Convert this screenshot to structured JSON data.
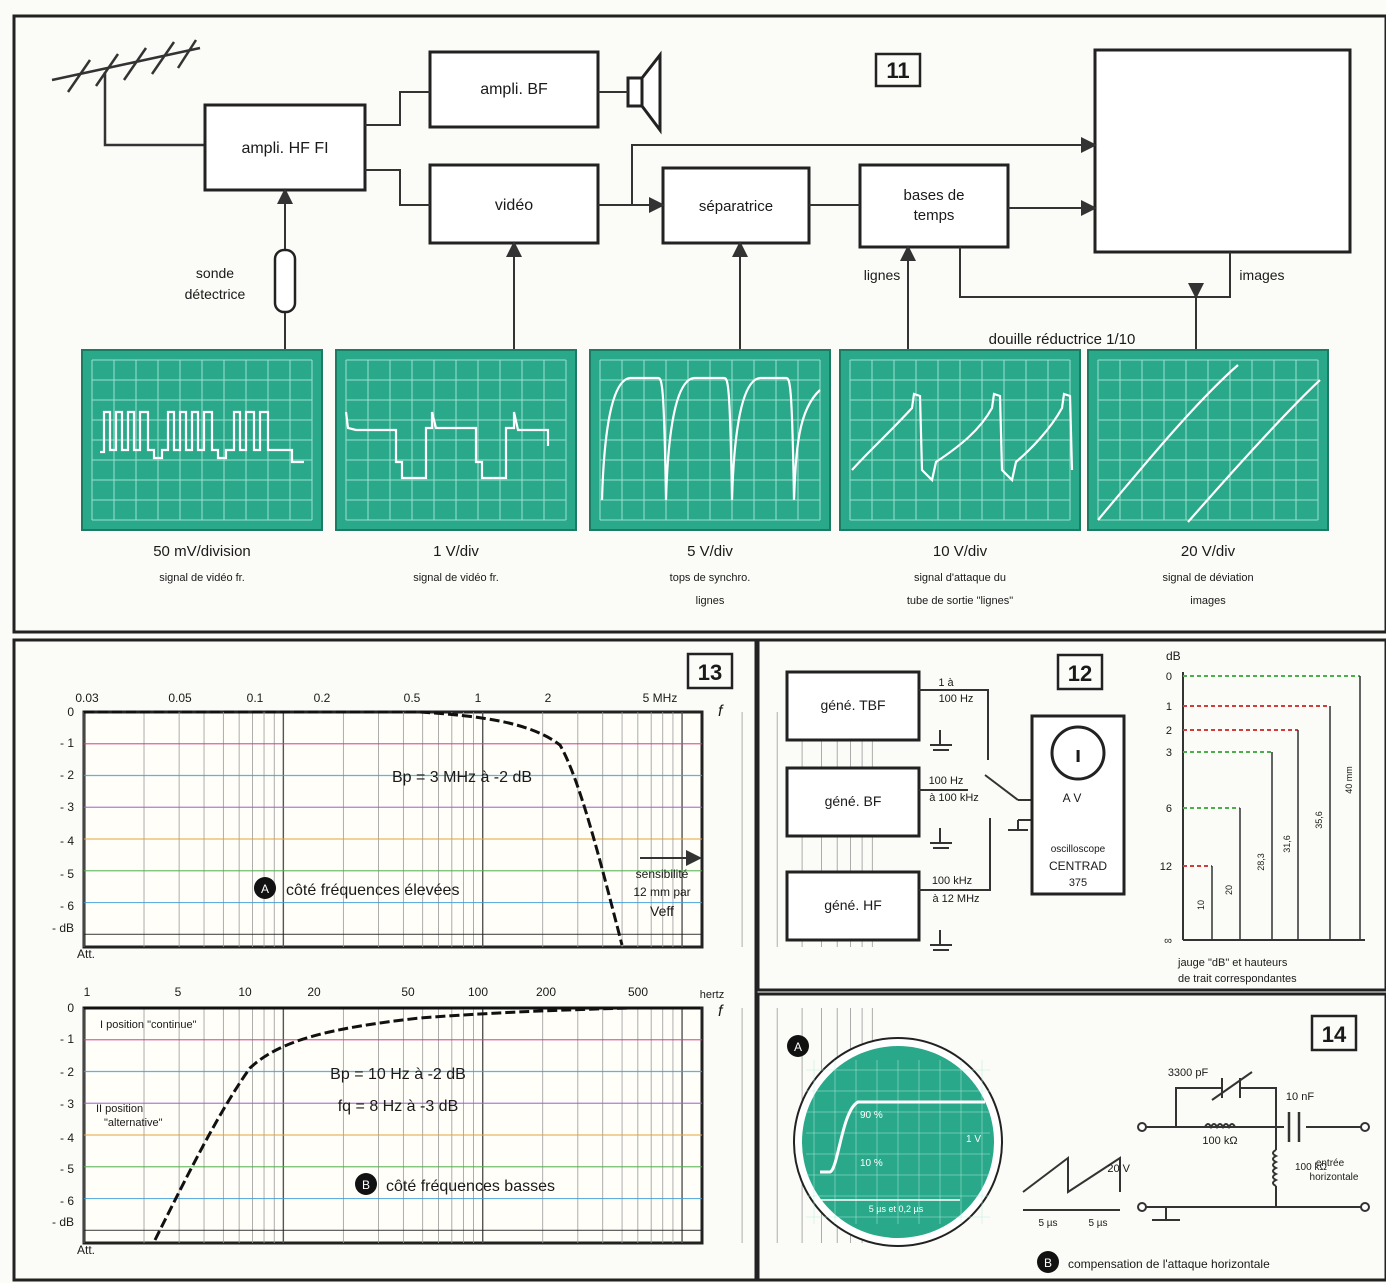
{
  "fig11": {
    "number": "11",
    "blocks": {
      "ampli_hf": "ampli. HF FI",
      "ampli_bf": "ampli. BF",
      "video": "vidéo",
      "separatrice": "séparatrice",
      "bases_temps_1": "bases de",
      "bases_temps_2": "temps"
    },
    "labels": {
      "sonde_1": "sonde",
      "sonde_2": "détectrice",
      "lignes": "lignes",
      "images": "images",
      "douille": "douille réductrice 1/10"
    },
    "scopes": [
      {
        "scale": "50 mV/division",
        "desc_1": "signal de vidéo fr.",
        "desc_2": ""
      },
      {
        "scale": "1 V/div",
        "desc_1": "signal de vidéo fr.",
        "desc_2": ""
      },
      {
        "scale": "5 V/div",
        "desc_1": "tops de synchro.",
        "desc_2": "lignes"
      },
      {
        "scale": "10 V/div",
        "desc_1": "signal d'attaque du",
        "desc_2": "tube de sortie \"lignes\""
      },
      {
        "scale": "20 V/div",
        "desc_1": "signal de déviation",
        "desc_2": "images"
      }
    ],
    "screen_color": "#2aa88a"
  },
  "fig13": {
    "number": "13",
    "top": {
      "x_ticks": [
        "0.03",
        "0.05",
        "0.1",
        "0.2",
        "0.5",
        "1",
        "2",
        "5 MHz"
      ],
      "f_label": "f",
      "y_ticks": [
        "0",
        "- 1",
        "- 2",
        "- 3",
        "- 4",
        "- 5",
        "- 6",
        "- dB"
      ],
      "attn_label": "Att.",
      "bp_label": "Bp = 3 MHz à -2 dB",
      "badge": "A",
      "caption": "côté fréquences élevées",
      "sens_1": "sensibilité",
      "sens_2": "12 mm par",
      "sens_3": "Veff"
    },
    "bottom": {
      "x_ticks": [
        "1",
        "5",
        "10",
        "20",
        "50",
        "100",
        "200",
        "500",
        "hertz"
      ],
      "f_label": "f",
      "y_ticks": [
        "0",
        "- 1",
        "- 2",
        "- 3",
        "- 4",
        "- 5",
        "- 6",
        "- dB"
      ],
      "attn_label": "Att.",
      "pos1": "I position \"continue\"",
      "pos2_1": "II position",
      "pos2_2": "\"alternative\"",
      "bp_label": "Bp = 10 Hz à -2 dB",
      "fq_label": "fq = 8 Hz à -3 dB",
      "badge": "B",
      "caption": "côté fréquences basses"
    }
  },
  "fig12": {
    "number": "12",
    "gen_tbf": "géné. TBF",
    "gen_bf": "géné. BF",
    "gen_hf": "géné. HF",
    "freq_tbf_1": "1 à",
    "freq_tbf_2": "100 Hz",
    "freq_bf_1": "100 Hz",
    "freq_bf_2": "à 100 kHz",
    "freq_hf_1": "100 kHz",
    "freq_hf_2": "à 12 MHz",
    "av": "A V",
    "osc_1": "oscilloscope",
    "osc_2": "CENTRAD",
    "osc_3": "375",
    "db_unit": "dB",
    "db_ticks": [
      "0",
      "1",
      "2",
      "3",
      "6",
      "12",
      "∞"
    ],
    "heights": [
      "10",
      "20",
      "28,3",
      "31,6",
      "35,6",
      "40 mm"
    ],
    "caption_1": "jauge \"dB\" et hauteurs",
    "caption_2": "de trait correspondantes"
  },
  "fig14": {
    "number": "14",
    "badge_a": "A",
    "badge_b": "B",
    "p90": "90 %",
    "p10": "10 %",
    "one_v": "1 V",
    "time": "5 µs et 0,2 µs",
    "cap1": "3300 pF",
    "cap2": "10 nF",
    "res": "100 kΩ",
    "res2": "100 kΩ",
    "v20": "20 V",
    "t1": "5 µs",
    "t2": "5 µs",
    "entree_1": "entrée",
    "entree_2": "horizontale",
    "caption": "compensation de l'attaque horizontale"
  }
}
